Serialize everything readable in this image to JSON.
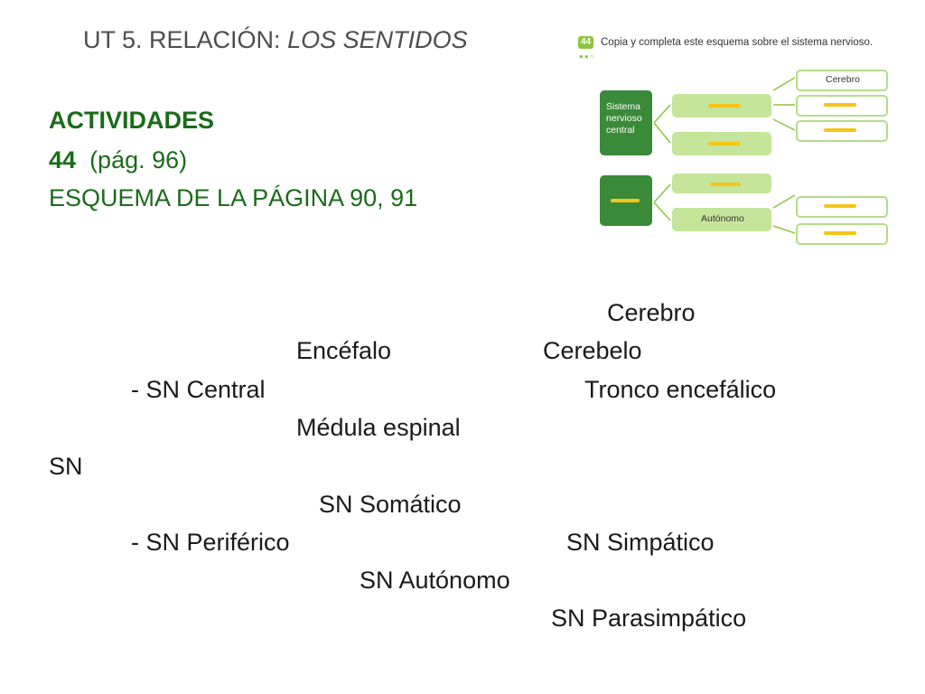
{
  "slide": {
    "title_plain": "UT 5. RELACIÓN: ",
    "title_italic": "LOS SENTIDOS",
    "section_heading": "ACTIVIDADES",
    "activity_number": "44",
    "activity_page": "(pág. 96)",
    "reference": "ESQUEMA DE LA PÁGINA 90, 91"
  },
  "textbook": {
    "badge": "44",
    "instruction": "Copia y completa este esquema sobre el sistema nervioso.",
    "box_central": "Sistema nervioso central",
    "box_cerebro": "Cerebro",
    "box_autonomo": "Autónomo"
  },
  "scheme": {
    "cerebro": "Cerebro",
    "encefalo": "Encéfalo",
    "cerebelo": "Cerebelo",
    "sn_central": "- SN Central",
    "tronco": "Tronco encefálico",
    "medula": "Médula espinal",
    "sn": "SN",
    "sn_somatico": "SN Somático",
    "sn_periferico": "- SN Periférico",
    "sn_simpatico": "SN Simpático",
    "sn_autonomo": "SN Autónomo",
    "sn_parasimpatico": "SN Parasimpático"
  }
}
